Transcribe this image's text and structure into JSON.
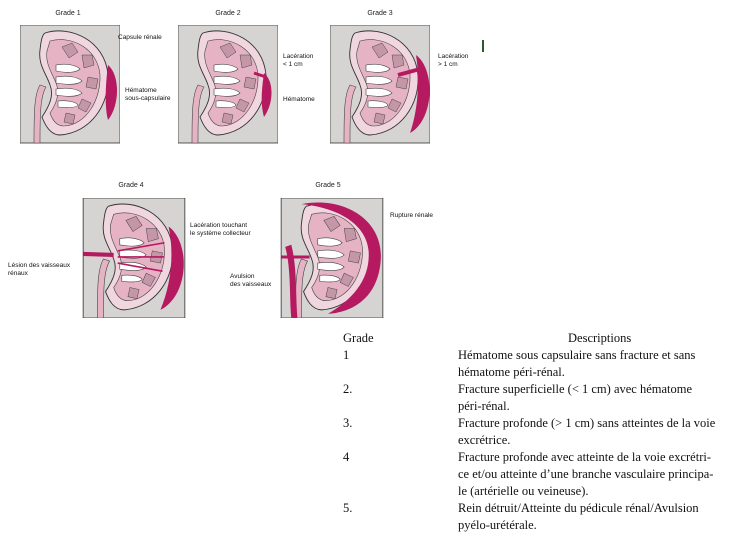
{
  "figures": [
    {
      "title": "Grade 1",
      "labels": [
        "Capsule rénale",
        "Hématome\nsous-capsulaire"
      ]
    },
    {
      "title": "Grade 2",
      "labels": [
        "Lacération\n< 1 cm",
        "Hématome"
      ]
    },
    {
      "title": "Grade 3",
      "labels": [
        "Lacération\n> 1 cm"
      ]
    },
    {
      "title": "Grade 4",
      "labels": [
        "Lacération touchant\nle système collecteur",
        "Lésion des vaisseaux\nrénaux"
      ]
    },
    {
      "title": "Grade 5",
      "labels": [
        "Rupture rénale",
        "Avulsion\ndes vaisseaux"
      ]
    }
  ],
  "table": {
    "header_grade": "Grade",
    "header_desc": "Descriptions",
    "rows": [
      {
        "grade": "1",
        "desc": [
          "Hématome sous capsulaire sans fracture et sans",
          "hématome péri-rénal."
        ]
      },
      {
        "grade": "2.",
        "desc": [
          "Fracture superficielle (< 1 cm) avec hématome",
          "péri-rénal."
        ]
      },
      {
        "grade": "3.",
        "desc": [
          "Fracture profonde (> 1 cm) sans atteintes de la voie",
          "excrétrice."
        ]
      },
      {
        "grade": "4",
        "desc": [
          "Fracture profonde avec atteinte de la voie excrétri-",
          "ce et/ou atteinte d’une branche vasculaire principa-",
          "le (artérielle ou veineuse)."
        ]
      },
      {
        "grade": "5.",
        "desc": [
          "Rein détruit/Atteinte du pédicule rénal/Avulsion",
          "pyélo-urétérale."
        ]
      }
    ]
  },
  "colors": {
    "kidney": "#e7bccb",
    "cortex": "#f2d9e2",
    "hematoma": "#b5195f",
    "pyramid": "#c99aab",
    "tissue": "#d7d5d3"
  }
}
